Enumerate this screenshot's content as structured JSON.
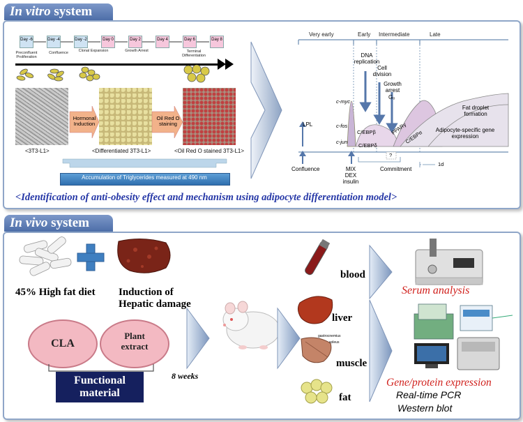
{
  "in_vitro": {
    "title_italic": "In vitro",
    "title_rest": " system",
    "days": [
      "Day -6",
      "Day -4",
      "Day -2",
      "Day 0",
      "Day 2",
      "Day 4",
      "Day 6",
      "Day 8"
    ],
    "stages": [
      "Preconfluent Proliferation",
      "Confluence",
      "Clonal Expansion",
      "Growth Arrest",
      "Terminal Differentiation"
    ],
    "hormonal_induction": "Hormonal Induction",
    "oil_red_o_staining": "Oil Red O staining",
    "caption_3t3": "<3T3-L1>",
    "caption_diff": "<Differentiated 3T3-L1>",
    "caption_oil": "<Oil Red O stained 3T3-L1>",
    "accumulation": "Accumulation of Triglycerides measured at 490 nm",
    "summary": "<Identification of anti-obesity effect and mechanism using adipocyte differentiation model>",
    "timeline": {
      "phases": [
        "Very early",
        "Early",
        "Intermediate",
        "Late"
      ],
      "dna_replication": "DNA replication",
      "cell_division": "Cell division",
      "growth_arrest": "Growth arrest",
      "g0": "G₀",
      "genes": [
        "c-myc",
        "c-fos",
        "c-jun"
      ],
      "lpl": "LPL",
      "cebp_beta": "C/EBPβ",
      "cebp_delta": "C/EBPδ",
      "ppar_gamma": "PPARγ",
      "cebp_alpha": "C/EBPα",
      "fat_droplet": "Fat droplet formation",
      "adipocyte_specific": "Adipocyte-specific gene expression",
      "question": "?",
      "confluence": "Confluence",
      "mix": "MIX DEX insulin",
      "commitment": "Commitment",
      "one_d": "1d"
    }
  },
  "in_vivo": {
    "title_italic": "In vivo",
    "title_rest": " system",
    "hfd": "45% High fat diet",
    "hepatic": "Induction of Hepatic damage",
    "cla": "CLA",
    "plant_extract": "Plant extract",
    "functional_material": "Functional material",
    "weeks": "8 weeks",
    "samples": [
      "blood",
      "liver",
      "muscle",
      "fat"
    ],
    "muscle_labels": [
      "gastrocnemius",
      "soleus"
    ],
    "serum_analysis": "Serum analysis",
    "gene_protein": "Gene/protein expression",
    "realtime_pcr": "Real-time PCR",
    "western_blot": "Western blot"
  },
  "colors": {
    "header": "#4d6ea8",
    "panel_border": "#8fa6c8",
    "accent_red": "#d0201c",
    "navy": "#15205e",
    "pink_oval": "#f3b9c2"
  }
}
